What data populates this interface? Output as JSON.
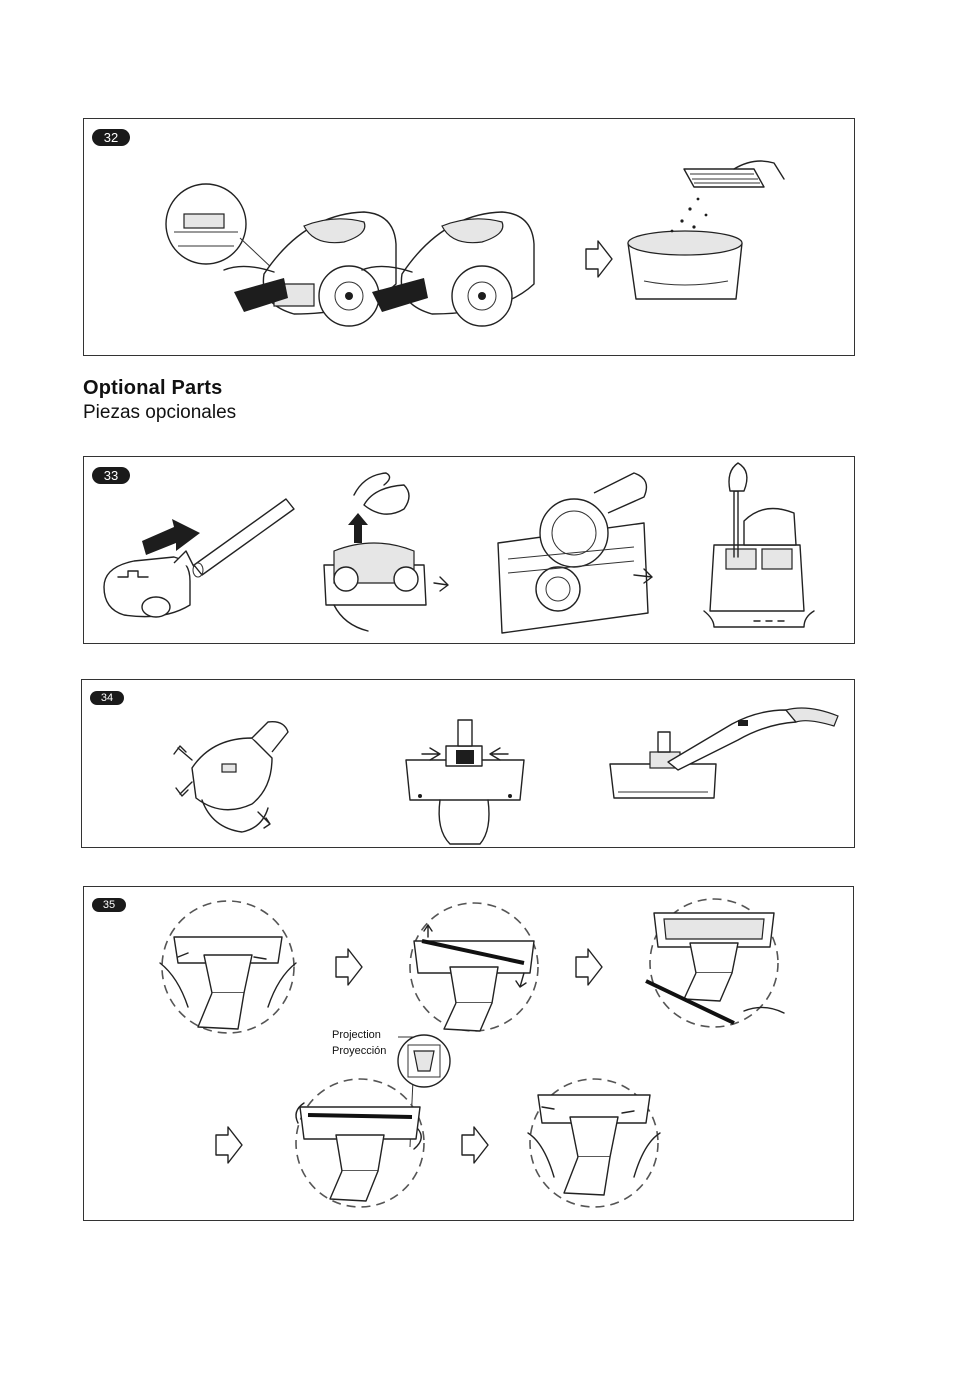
{
  "steps": {
    "step32": {
      "number": "32"
    },
    "step33": {
      "number": "33"
    },
    "step34": {
      "number": "34"
    },
    "step35": {
      "number": "35"
    }
  },
  "section": {
    "title_en": "Optional Parts",
    "title_es": "Piezas opcionales"
  },
  "annotations": {
    "projection_en": "Projection",
    "projection_es": "Proyección"
  },
  "icons": [
    "hollow-arrow-right-icon",
    "push-arrow-icon",
    "dashed-circle-detail"
  ]
}
